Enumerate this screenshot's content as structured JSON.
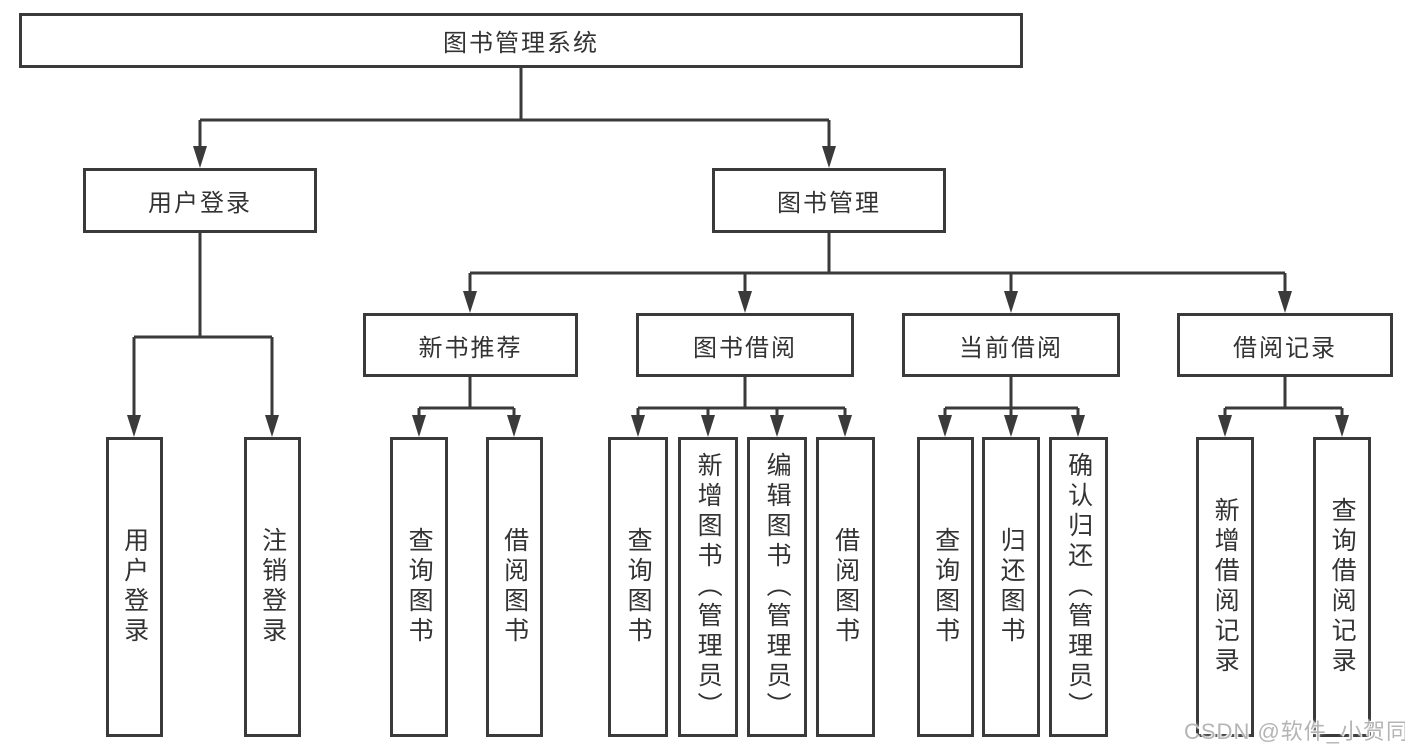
{
  "diagram": {
    "title": "图书管理系统",
    "level2": {
      "user_login": "用户登录",
      "book_mgmt": "图书管理"
    },
    "level3": {
      "new_book_rec": "新书推荐",
      "book_borrow": "图书借阅",
      "current_borrow": "当前借阅",
      "borrow_record": "借阅记录"
    },
    "leaves": {
      "user_login_children": [
        "用户登录",
        "注销登录"
      ],
      "new_book_rec_children": [
        "查询图书",
        "借阅图书"
      ],
      "book_borrow_children": [
        "查询图书",
        "新增图书（管理员）",
        "编辑图书（管理员）",
        "借阅图书"
      ],
      "current_borrow_children": [
        "查询图书",
        "归还图书",
        "确认归还（管理员）"
      ],
      "borrow_record_children": [
        "新增借阅记录",
        "查询借阅记录"
      ]
    }
  },
  "watermark": {
    "text": "CSDN @软件_小贺同学"
  },
  "colors": {
    "line": "#3a3a3a",
    "text": "#333333",
    "watermark": "#b5b5b5",
    "background": "#ffffff"
  }
}
